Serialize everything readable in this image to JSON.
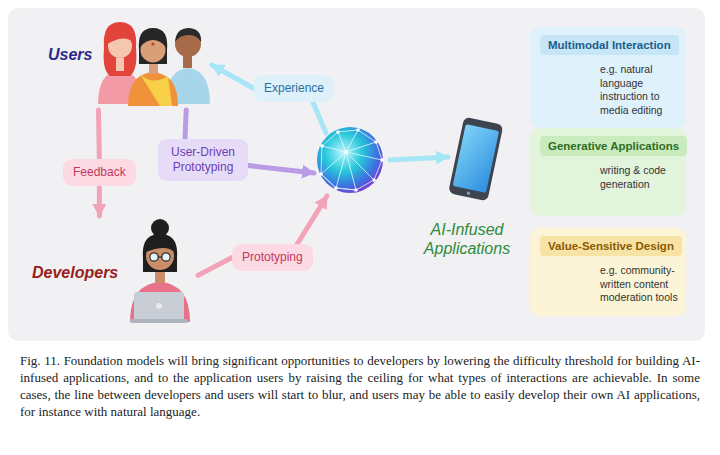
{
  "diagram": {
    "caption": "Fig. 11. Foundation models will bring significant opportunities to developers by lowering the difficulty threshold for building AI-infused applications, and to the application users by raising the ceiling for what types of interactions are achievable. In some cases, the line between developers and users will start to blur, and users may be able to easily develop their own AI applications, for instance with natural language.",
    "nodes": [
      {
        "text": [
          "Users"
        ]
      },
      {
        "text": [
          "Experience"
        ]
      },
      {
        "text": [
          "User-Driven Prototyping"
        ]
      },
      {
        "text": [
          "Feedback"
        ]
      },
      {
        "text": [
          "Developers"
        ]
      },
      {
        "text": [
          "Prototyping"
        ]
      },
      {
        "text": [
          "AI-Infused Applications"
        ]
      },
      {
        "text": [
          "Multimodal Interaction",
          "e.g. natural language instruction to media editing"
        ]
      },
      {
        "text": [
          "Generative Applications",
          "writing & code generation"
        ]
      },
      {
        "text": [
          "Value-Sensitive Design",
          "e.g. community-written content moderation tools"
        ]
      }
    ],
    "edges": [
      {
        "from": 0,
        "to": 3,
        "arrow": "none"
      },
      {
        "from": 3,
        "to": 4,
        "arrow": "to"
      },
      {
        "from": 0,
        "to": 2,
        "arrow": "none"
      },
      {
        "from": 1,
        "to": 0,
        "arrow": "to"
      },
      {
        "from": 4,
        "to": 5,
        "arrow": "none"
      }
    ]
  }
}
